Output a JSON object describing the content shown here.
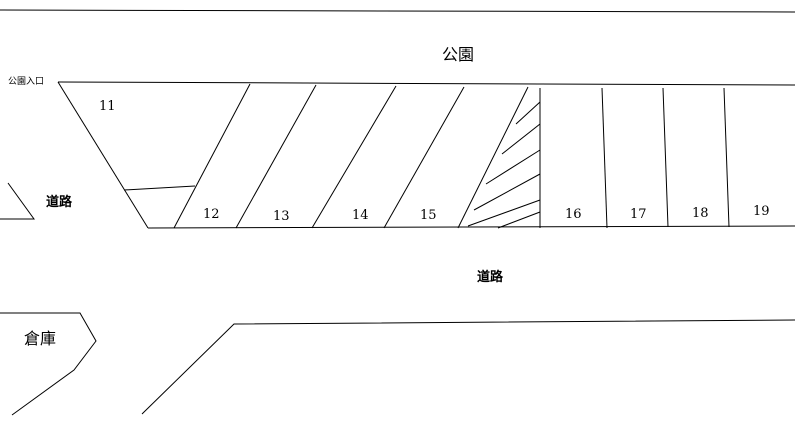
{
  "labels": {
    "park": "公園",
    "park_entrance": "公園入口",
    "road_left": "道路",
    "road_center": "道路",
    "warehouse": "倉庫"
  },
  "spaces": [
    "11",
    "12",
    "13",
    "14",
    "15",
    "16",
    "17",
    "18",
    "19"
  ]
}
